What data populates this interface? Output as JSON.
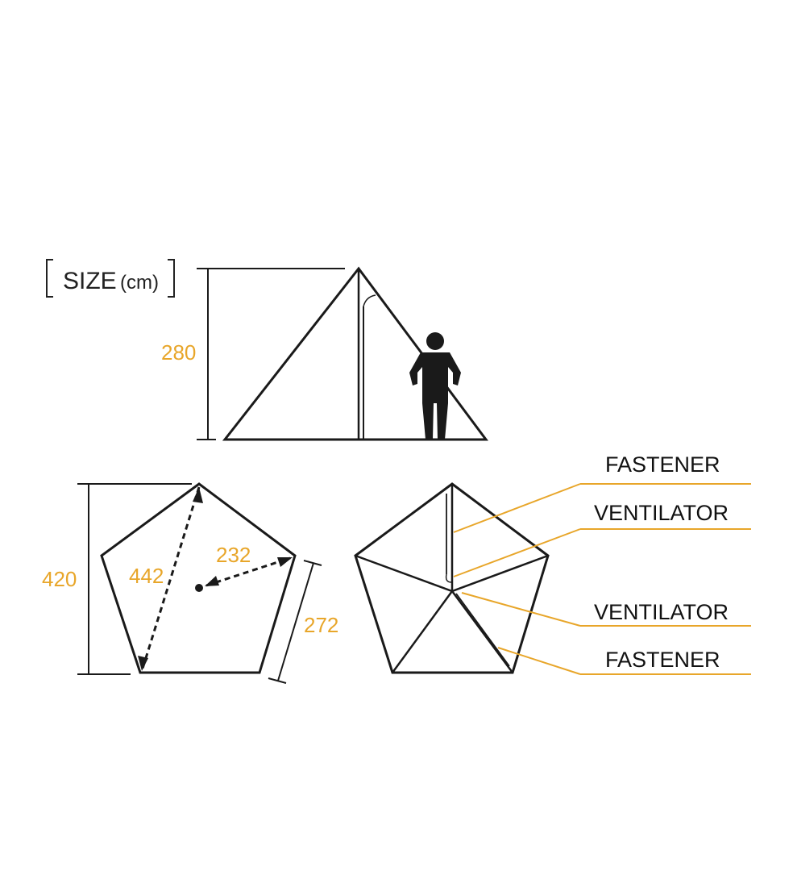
{
  "title": {
    "main": "SIZE",
    "unit": "(cm)"
  },
  "dimensions": {
    "height": "280",
    "depth": "420",
    "diagonal": "442",
    "radius": "232",
    "side": "272"
  },
  "callouts": [
    "FASTENER",
    "VENTILATOR",
    "VENTILATOR",
    "FASTENER"
  ],
  "colors": {
    "accent": "#e8a62a",
    "line": "#1a1a1a",
    "callout_line": "#e8a62a"
  },
  "icons": [
    "person-silhouette-icon"
  ]
}
